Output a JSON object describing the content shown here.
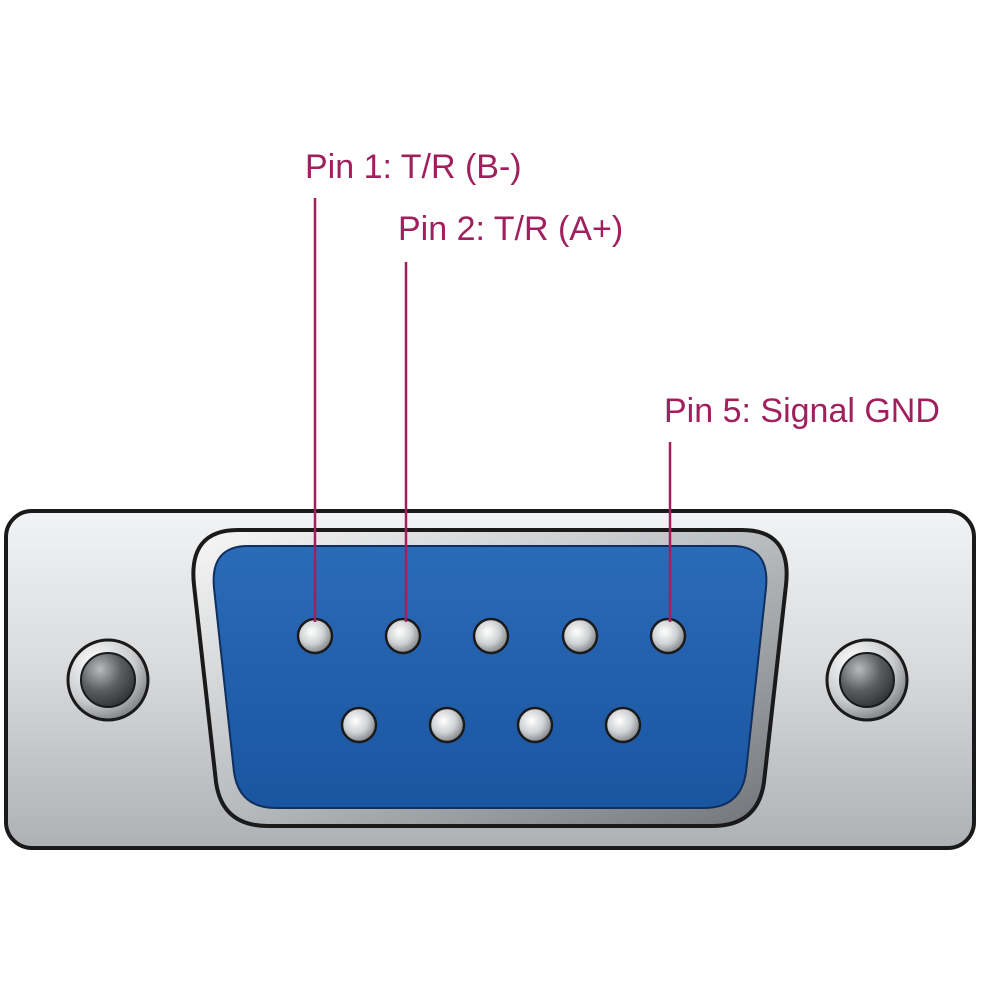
{
  "diagram": {
    "colors": {
      "label": "#a0205e",
      "leader_line": "#a0205e",
      "shell_fill": "#d7d9db",
      "shell_outline": "#1a1a1a",
      "insulator_fill": "#1f5fae",
      "insulator_outline": "#1a1a1a",
      "pin_fill": "#e4e4e4",
      "screw_fill": "#5a5a5a"
    },
    "callouts": [
      {
        "pin": 1,
        "text": "Pin 1: T/R (B-)"
      },
      {
        "pin": 2,
        "text": "Pin 2: T/R (A+)"
      },
      {
        "pin": 5,
        "text": "Pin 5: Signal GND"
      }
    ],
    "connector": {
      "pin_rows": [
        {
          "pins": [
            1,
            2,
            3,
            4,
            5
          ]
        },
        {
          "pins": [
            6,
            7,
            8,
            9
          ]
        }
      ]
    }
  }
}
